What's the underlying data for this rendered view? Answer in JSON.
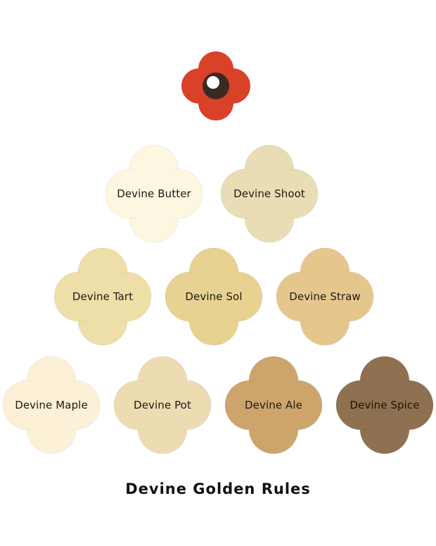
{
  "logo": {
    "colors": {
      "petals": "#D94128",
      "center": "#3A2A22",
      "dot": "#FFFFFF"
    }
  },
  "swatches": [
    {
      "name": "Devine Butter",
      "color": "#FDF6E0"
    },
    {
      "name": "Devine Shoot",
      "color": "#E8DDB5"
    },
    {
      "name": "Devine Tart",
      "color": "#EEDEA8"
    },
    {
      "name": "Devine Sol",
      "color": "#E8D291"
    },
    {
      "name": "Devine Straw",
      "color": "#E5C78E"
    },
    {
      "name": "Devine Maple",
      "color": "#FCF1D6"
    },
    {
      "name": "Devine Pot",
      "color": "#EDDBB2"
    },
    {
      "name": "Devine Ale",
      "color": "#CDA46C"
    },
    {
      "name": "Devine Spice",
      "color": "#8F7050"
    }
  ],
  "title": "Devine Golden Rules"
}
